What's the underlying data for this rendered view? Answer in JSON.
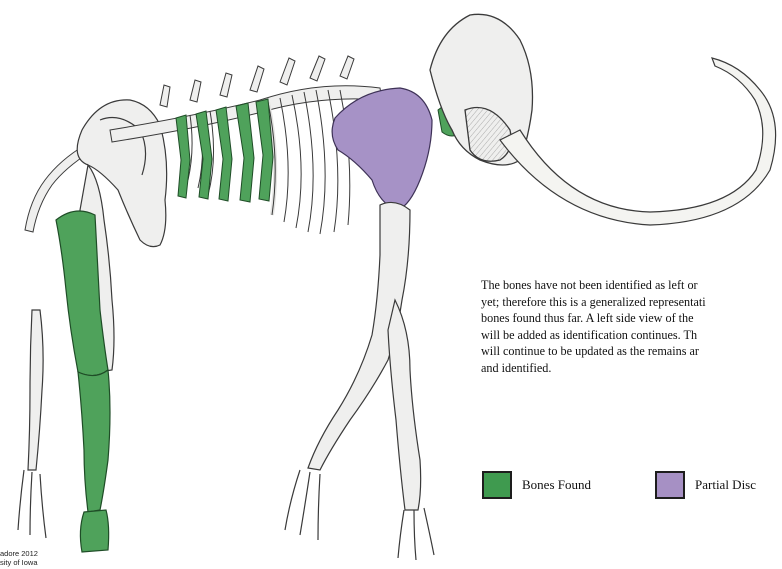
{
  "caption": {
    "lines": [
      "The bones have not been identified as left or",
      "yet; therefore this is a generalized representati",
      "bones found thus far. A left side view of the",
      "will be added as identification continues. Th",
      "will continue to be updated as the remains ar",
      "and identified."
    ]
  },
  "legend": {
    "found": {
      "label": "Bones Found",
      "color": "#3f9a4f"
    },
    "partial": {
      "label": "Partial Disc",
      "color": "#a690c4"
    }
  },
  "credit": {
    "lines": [
      "adore 2012",
      "sity of Iowa"
    ]
  },
  "colors": {
    "bone_fill": "#efefee",
    "bone_stroke": "#3a3a3a",
    "found_fill": "#4fa25b",
    "partial_fill": "#a692c6",
    "tusk_fill": "#f4f4f1"
  }
}
